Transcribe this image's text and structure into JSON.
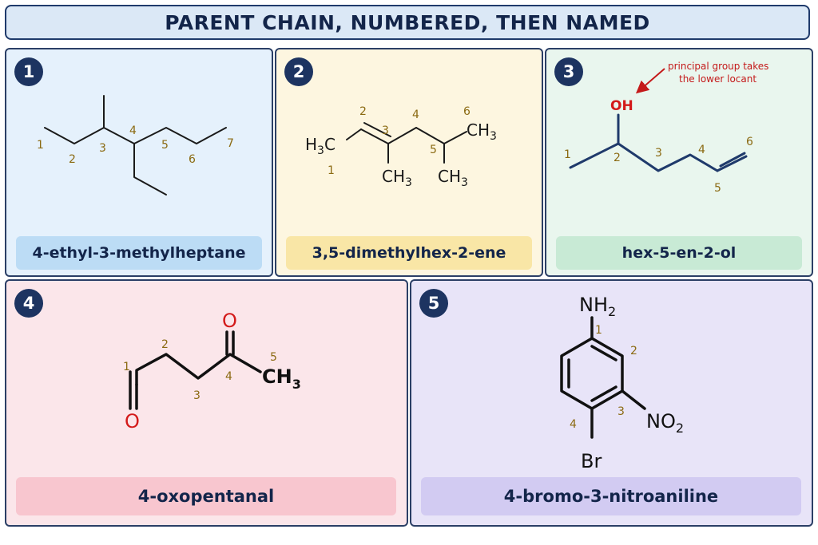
{
  "title": "PARENT CHAIN, NUMBERED, THEN NAMED",
  "panels": [
    {
      "number": "1",
      "name": "4-ethyl-3-methylheptane",
      "locants": [
        "1",
        "2",
        "3",
        "4",
        "5",
        "6",
        "7"
      ]
    },
    {
      "number": "2",
      "name": "3,5-dimethylhex-2-ene",
      "locants": [
        "1",
        "2",
        "3",
        "4",
        "5",
        "6"
      ],
      "atoms": {
        "h3c": "H3C",
        "ch3a": "CH3",
        "ch3b": "CH3",
        "ch3c": "CH3"
      }
    },
    {
      "number": "3",
      "name": "hex-5-en-2-ol",
      "locants": [
        "1",
        "2",
        "3",
        "4",
        "5",
        "6"
      ],
      "atoms": {
        "oh": "OH"
      },
      "note_line1": "principal group takes",
      "note_line2": "the lower locant"
    },
    {
      "number": "4",
      "name": "4-oxopentanal",
      "locants": [
        "1",
        "2",
        "3",
        "4",
        "5"
      ],
      "atoms": {
        "o_top": "O",
        "o_bottom": "O",
        "ch3": "CH3"
      }
    },
    {
      "number": "5",
      "name": "4-bromo-3-nitroaniline",
      "locants": [
        "1",
        "2",
        "3",
        "4"
      ],
      "atoms": {
        "nh2": "NH2",
        "no2": "NO2",
        "br": "Br"
      }
    }
  ],
  "colors": {
    "accent": "#1d3461",
    "locant": "#8b6a12",
    "heteroatom_red": "#d31a1a"
  }
}
